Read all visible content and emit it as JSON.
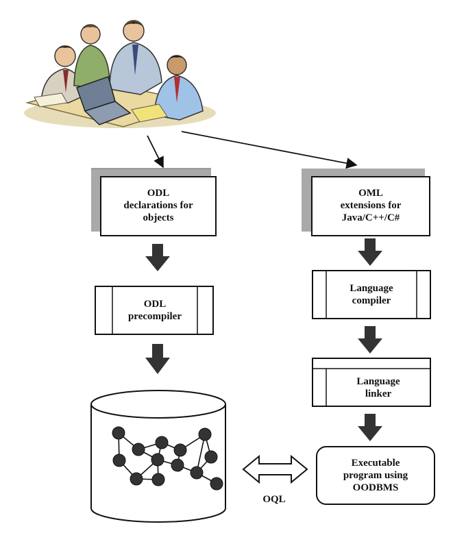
{
  "boxes": {
    "odl_declarations": {
      "lines": [
        "ODL",
        "declarations for",
        "objects"
      ]
    },
    "oml_extensions": {
      "lines": [
        "OML",
        "extensions for",
        "Java/C++/C#"
      ]
    },
    "odl_precompiler": {
      "lines": [
        "ODL",
        "precompiler"
      ]
    },
    "language_compiler": {
      "lines": [
        "Language",
        "compiler"
      ]
    },
    "language_linker": {
      "lines": [
        "Language",
        "linker"
      ]
    },
    "executable_program": {
      "lines": [
        "Executable",
        "program using",
        "OODBMS"
      ]
    }
  },
  "oql_label": "OQL",
  "clipart": {
    "name": "team-of-developers-illustration"
  },
  "database": {
    "name": "object-database-cylinder"
  }
}
